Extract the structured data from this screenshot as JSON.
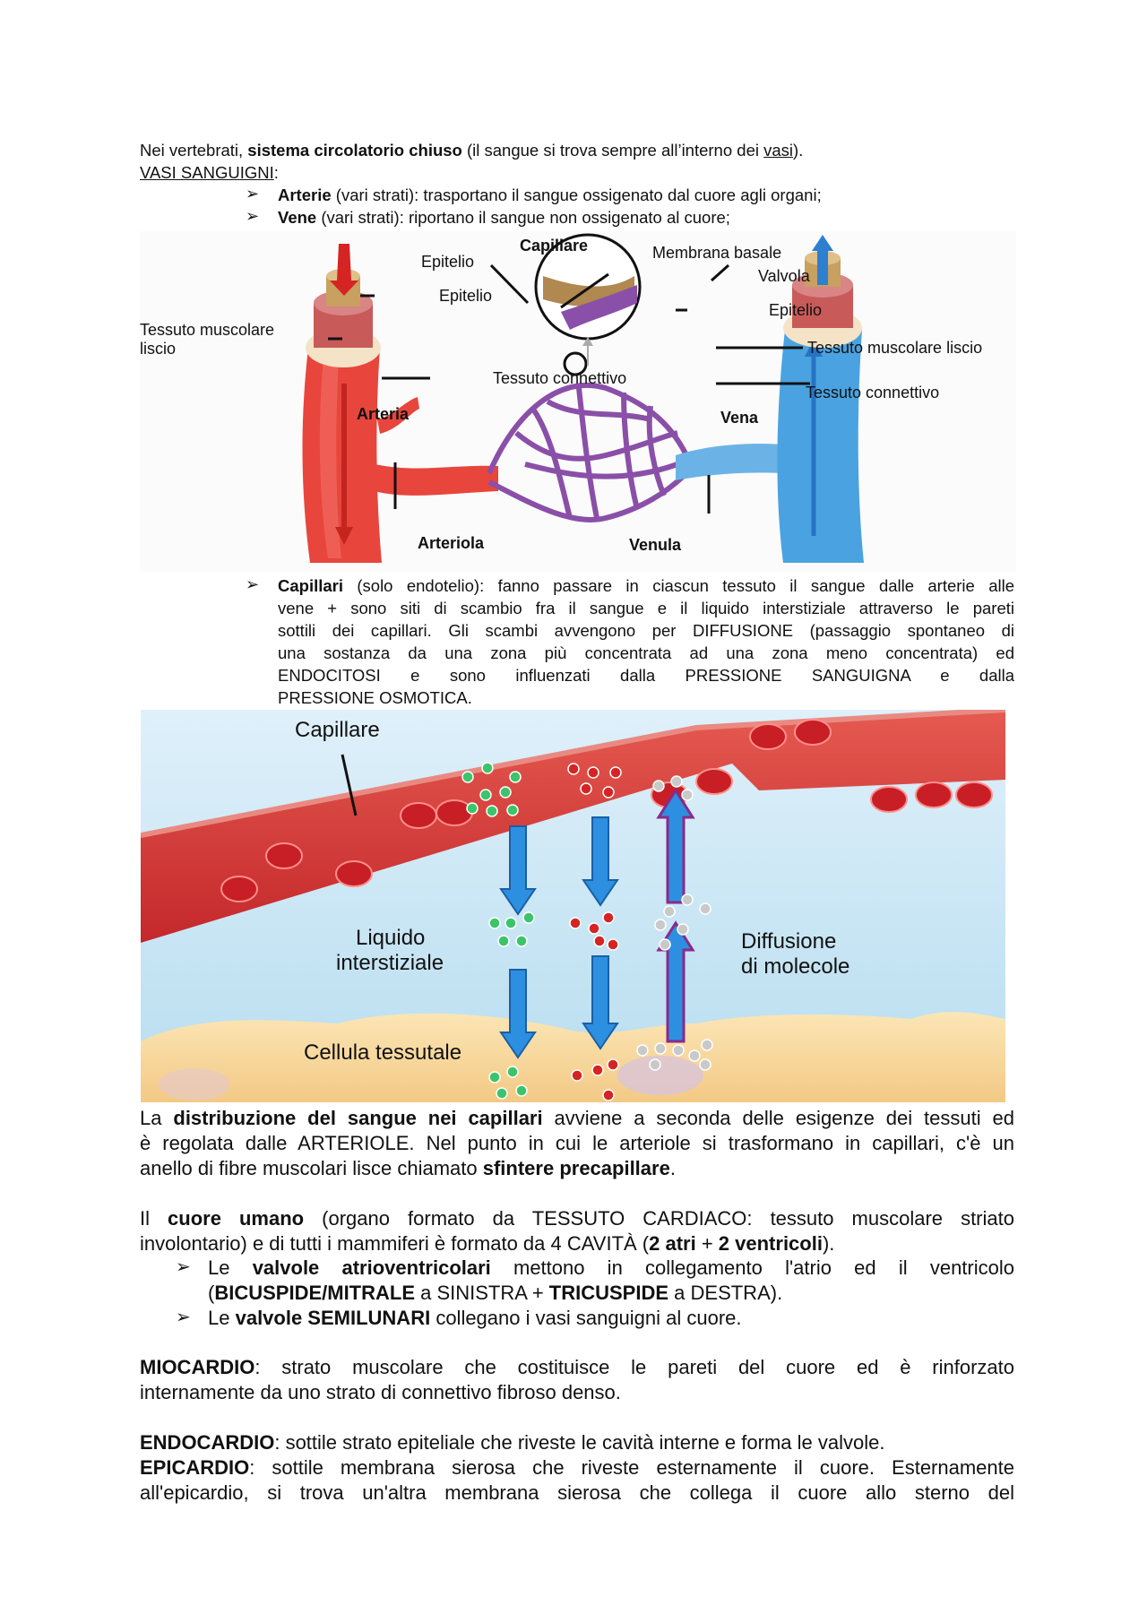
{
  "intro": {
    "prefix": "Nei vertebrati, ",
    "bold": "sistema circolatorio chiuso",
    "mid": " (il sangue si trova sempre all’interno dei ",
    "underlined": "vasi",
    "suffix": ")."
  },
  "vasi_heading": "VASI SANGUIGNI",
  "vasi_colon": ":",
  "bullet_arrow": "➢",
  "arterie": {
    "bold": "Arterie",
    "text": " (vari strati): trasportano il sangue ossigenato dal cuore agli organi;"
  },
  "vene": {
    "bold": "Vene",
    "text": " (vari strati): riportano il sangue non ossigenato al cuore;"
  },
  "figure1": {
    "labels": {
      "capillare": "Capillare",
      "membrana_basale": "Membrana basale",
      "epitelio_top": "Epitelio",
      "valvola": "Valvola",
      "epitelio_left": "Epitelio",
      "epitelio_right": "Epitelio",
      "tessuto_muscolare_l1": "Tessuto muscolare",
      "tessuto_muscolare_l2": "liscio",
      "tessuto_muscolare_liscio_r": "Tessuto muscolare liscio",
      "tessuto_connettivo_c": "Tessuto connettivo",
      "tessuto_connettivo_r": "Tessuto connettivo",
      "arteria": "Arteria",
      "vena": "Vena",
      "arteriola": "Arteriola",
      "venula": "Venula"
    }
  },
  "capillari": {
    "bold": "Capillari",
    "lines": [
      " (solo endotelio): fanno passare in ciascun tessuto il sangue dalle arterie alle",
      "vene + sono siti di scambio fra il sangue e il liquido interstiziale attraverso le pareti",
      "sottili dei capillari. Gli scambi avvengono per DIFFUSIONE (passaggio spontaneo di",
      "una sostanza da una zona più concentrata ad una zona meno concentrata) ed",
      "ENDOCITOSI e sono influenzati dalla PRESSIONE SANGUIGNA e dalla",
      "PRESSIONE OSMOTICA."
    ]
  },
  "figure2": {
    "labels": {
      "capillare": "Capillare",
      "liquido_l1": "Liquido",
      "liquido_l2": "interstiziale",
      "diffusione_l1": "Diffusione",
      "diffusione_l2": "di molecole",
      "cellula": "Cellula tessutale"
    },
    "colors": {
      "sky": "#c6e4f2",
      "vessel": "#d9393e",
      "cell": "#f7d79a",
      "arrow_blue": "#2d8fe0",
      "arrow_purple": "#8a2a8a"
    }
  },
  "distribuzione": {
    "l1_a": "La ",
    "l1_b": "distribuzione del sangue nei capillari",
    "l1_c": " avviene a seconda delle esigenze dei tessuti ed",
    "l2": "è regolata dalle ARTERIOLE. Nel punto in cui le arteriole si trasformano in capillari, c'è un",
    "l3_a": "anello di fibre muscolari lisce chiamato ",
    "l3_b": "sfintere precapillare",
    "l3_c": "."
  },
  "cuore": {
    "l1_a": "Il ",
    "l1_b": "cuore umano",
    "l1_c": " (organo formato da TESSUTO CARDIACO: tessuto muscolare striato",
    "l2_a": "involontario) e di tutti i mammiferi è formato da 4 CAVITÀ (",
    "l2_b": "2 atri",
    "l2_c": " + ",
    "l2_d": "2 ventricoli",
    "l2_e": ")."
  },
  "valvole1": {
    "l1_a": "Le ",
    "l1_b": "valvole atrioventricolari",
    "l1_c": " mettono in collegamento l'atrio ed il ventricolo",
    "l2_a": "(",
    "l2_b": "BICUSPIDE/MITRALE",
    "l2_c": " a SINISTRA + ",
    "l2_d": "TRICUSPIDE",
    "l2_e": " a DESTRA)."
  },
  "valvole2": {
    "a": "Le ",
    "b": "valvole SEMILUNARI",
    "c": " collegano i vasi sanguigni al cuore."
  },
  "miocardio": {
    "bold": "MIOCARDIO",
    "l1": ": strato muscolare che costituisce le pareti del cuore ed è rinforzato",
    "l2": "internamente da uno strato di connettivo fibroso denso."
  },
  "endocardio": {
    "bold": "ENDOCARDIO",
    "text": ": sottile strato epiteliale che riveste le cavità interne e forma le valvole."
  },
  "epicardio": {
    "bold": "EPICARDIO",
    "l1": ": sottile membrana sierosa che riveste esternamente il cuore. Esternamente",
    "l2": "all'epicardio, si trova un'altra membrana sierosa che collega il cuore allo sterno del"
  }
}
